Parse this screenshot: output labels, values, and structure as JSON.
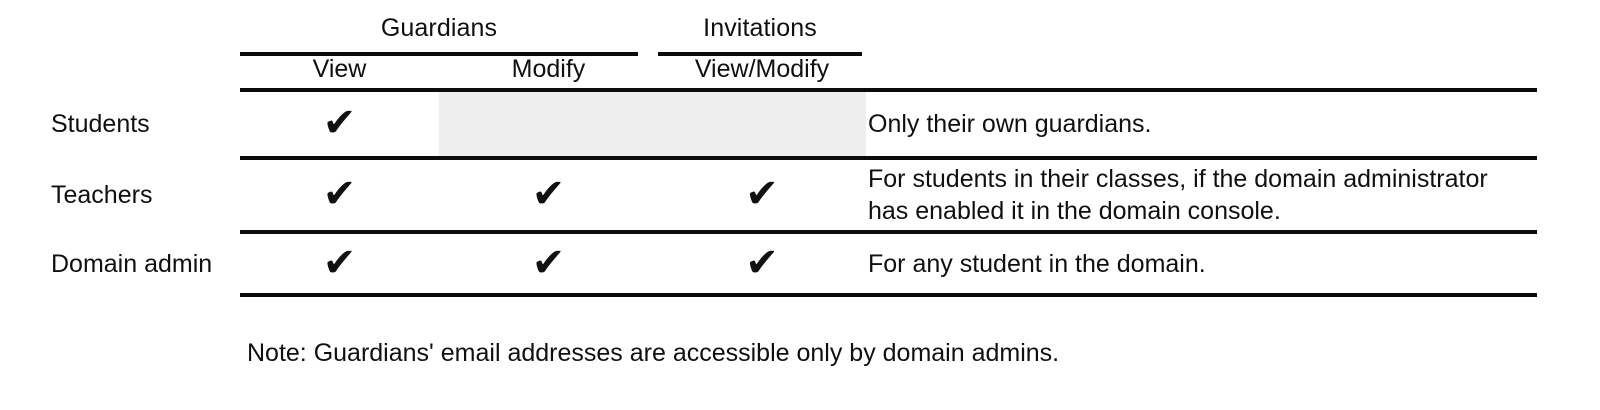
{
  "table": {
    "column_groups": [
      {
        "label": "Guardians",
        "spans": [
          "View",
          "Modify"
        ]
      },
      {
        "label": "Invitations",
        "spans": [
          "View/Modify"
        ]
      }
    ],
    "columns": [
      {
        "key": "role",
        "label": ""
      },
      {
        "key": "view",
        "label": "View"
      },
      {
        "key": "modify",
        "label": "Modify"
      },
      {
        "key": "viewmodify",
        "label": "View/Modify"
      },
      {
        "key": "description",
        "label": ""
      }
    ],
    "rows": [
      {
        "role": "Students",
        "view": "✔",
        "modify": "",
        "viewmodify": "",
        "modify_blocked": true,
        "viewmodify_blocked": true,
        "description": "Only their own guardians."
      },
      {
        "role": "Teachers",
        "view": "✔",
        "modify": "✔",
        "viewmodify": "✔",
        "modify_blocked": false,
        "viewmodify_blocked": false,
        "description": "For students in their classes, if the domain administrator has enabled it in the domain console."
      },
      {
        "role": "Domain admin",
        "view": "✔",
        "modify": "✔",
        "viewmodify": "✔",
        "modify_blocked": false,
        "viewmodify_blocked": false,
        "description": "For any student in the domain."
      }
    ]
  },
  "note": "Note: Guardians' email addresses are accessible only by domain admins.",
  "colors": {
    "background": "#ffffff",
    "text": "#101010",
    "rule": "#0b0b0b",
    "shaded_cell": "#eeeeee",
    "checkmark": "#111111"
  },
  "icons": {
    "checkmark": "✔"
  }
}
